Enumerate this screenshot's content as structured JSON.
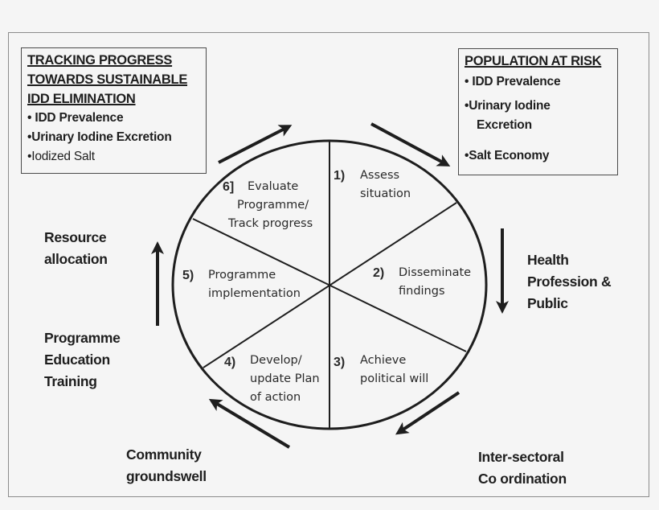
{
  "tracking_box": {
    "title_lines": [
      "TRACKING PROGRESS",
      "TOWARDS SUSTAINABLE",
      "IDD ELIMINATION"
    ],
    "items": [
      "• IDD Prevalence",
      "•Urinary Iodine Excretion",
      "•Iodized Salt"
    ]
  },
  "risk_box": {
    "title": "POPULATION AT RISK",
    "items": [
      "• IDD Prevalence",
      "•Urinary Iodine",
      "Excretion",
      "•Salt Economy"
    ]
  },
  "cycle": {
    "segments": [
      {
        "num": "1)",
        "lines": [
          "Assess",
          "situation"
        ]
      },
      {
        "num": "2)",
        "lines": [
          "Disseminate",
          "findings"
        ]
      },
      {
        "num": "3)",
        "lines": [
          "Achieve",
          "political will"
        ]
      },
      {
        "num": "4)",
        "lines": [
          "Develop/",
          "update Plan",
          "of action"
        ]
      },
      {
        "num": "5)",
        "lines": [
          "Programme",
          "implementation"
        ]
      },
      {
        "num": "6]",
        "lines": [
          "Evaluate",
          "Programme/",
          "Track progress"
        ]
      }
    ]
  },
  "outer_labels": {
    "resource": [
      "Resource",
      "allocation"
    ],
    "programme": [
      "Programme",
      "Education",
      "Training"
    ],
    "health": [
      "Health",
      "Profession &",
      "Public"
    ],
    "community": [
      "Community",
      "groundswell"
    ],
    "intersectoral": [
      "Inter-sectoral",
      "Co ordination"
    ]
  },
  "colors": {
    "background": "#f5f5f5",
    "stroke": "#1e1e1e",
    "frame": "#8c8c8c"
  }
}
